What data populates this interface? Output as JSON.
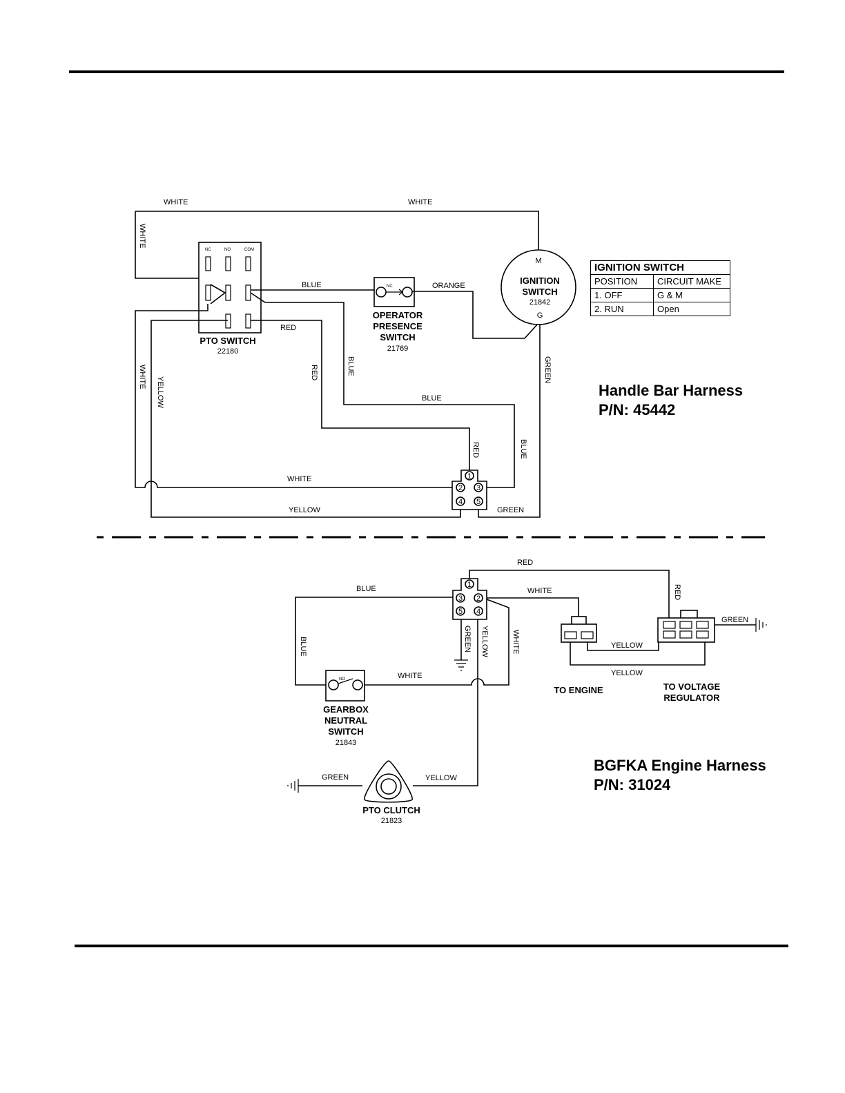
{
  "handlebar_harness": {
    "title": "Handle Bar Harness",
    "part_number": "P/N: 45442",
    "components": {
      "pto_switch": {
        "name": "PTO SWITCH",
        "part": "22180",
        "terminals": [
          "NC",
          "NO",
          "COM"
        ]
      },
      "operator_presence_switch": {
        "name_lines": [
          "OPERATOR",
          "PRESENCE",
          "SWITCH"
        ],
        "part": "21769",
        "contact": "NC"
      },
      "ignition_switch": {
        "name_lines": [
          "IGNITION",
          "SWITCH"
        ],
        "part": "21842",
        "terminal_top": "M",
        "terminal_bottom": "G"
      },
      "connector_pins": [
        "1",
        "2",
        "3",
        "4",
        "5"
      ]
    },
    "wires": {
      "top_left": "WHITE",
      "top_right": "WHITE",
      "left_top": "WHITE",
      "blue": "BLUE",
      "orange": "ORANGE",
      "red": "RED",
      "red_vertical": "RED",
      "blue_vertical": "BLUE",
      "white_left": "WHITE",
      "yellow_left": "YELLOW",
      "blue_horizontal": "BLUE",
      "green_right": "GREEN",
      "red_to_connector": "RED",
      "blue_right": "BLUE",
      "white_bottom": "WHITE",
      "yellow_bottom": "YELLOW",
      "green_bottom": "GREEN"
    },
    "ignition_table": {
      "title": "IGNITION SWITCH",
      "headers": [
        "POSITION",
        "CIRCUIT MAKE"
      ],
      "rows": [
        [
          "1. OFF",
          "G & M"
        ],
        [
          "2. RUN",
          "Open"
        ]
      ]
    }
  },
  "engine_harness": {
    "title": "BGFKA Engine Harness",
    "part_number": "P/N: 31024",
    "components": {
      "gearbox_neutral_switch": {
        "name_lines": [
          "GEARBOX",
          "NEUTRAL",
          "SWITCH"
        ],
        "part": "21843",
        "contact": "NO"
      },
      "pto_clutch": {
        "name": "PTO CLUTCH",
        "part": "21823"
      },
      "to_engine": "TO ENGINE",
      "to_voltage_regulator_lines": [
        "TO  VOLTAGE",
        "REGULATOR"
      ],
      "connector_pins": [
        "1",
        "2",
        "3",
        "4",
        "5"
      ]
    },
    "wires": {
      "red_top": "RED",
      "blue_top": "BLUE",
      "white_top": "WHITE",
      "red_right": "RED",
      "green_right": "GREEN",
      "blue_left": "BLUE",
      "green_vertical": "GREEN",
      "yellow_vertical": "YELLOW",
      "white_vertical": "WHITE",
      "yellow_engine": "YELLOW",
      "yellow_bottom": "YELLOW",
      "white_mid": "WHITE",
      "green_clutch": "GREEN",
      "yellow_clutch": "YELLOW"
    }
  }
}
